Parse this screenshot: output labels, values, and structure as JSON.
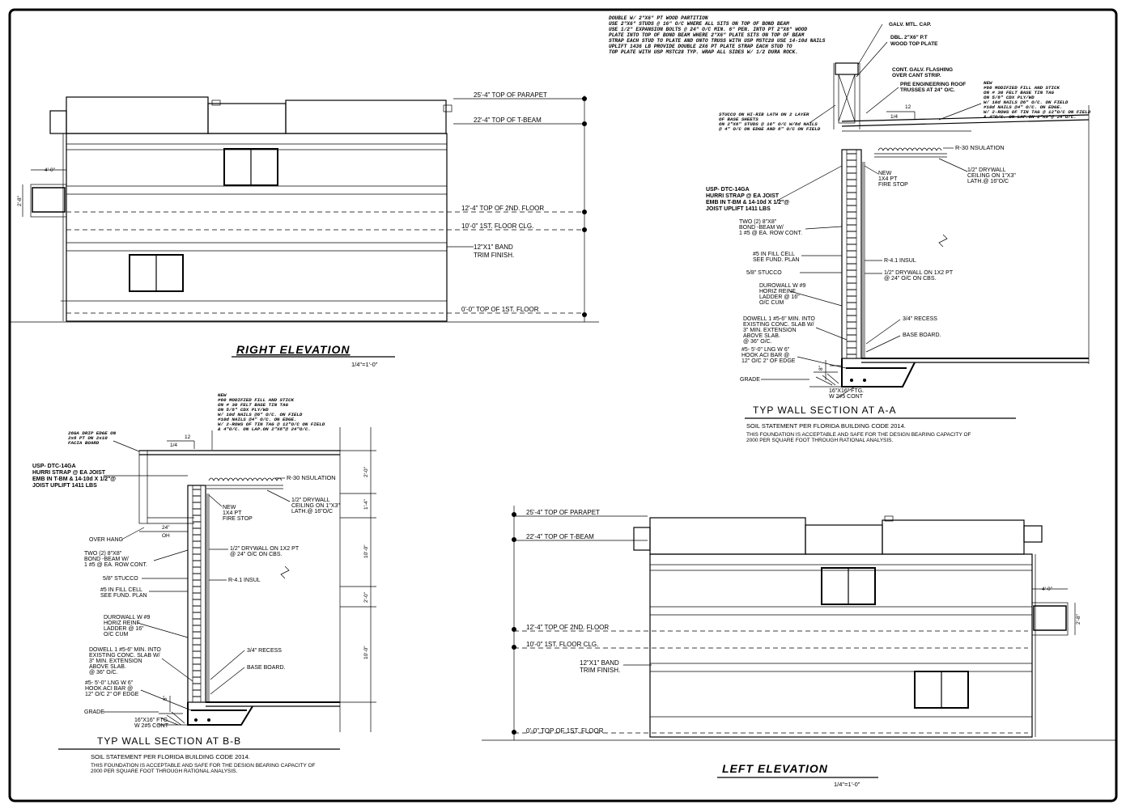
{
  "right_elevation": {
    "title": "RIGHT ELEVATION",
    "scale": "1/4\"=1'-0\"",
    "levels": {
      "parapet": "25'-4\"  TOP OF PARAPET",
      "tbeam": "22'-4\"  TOP OF T-BEAM",
      "second_floor": "12'-4\"  TOP OF 2ND. FLOOR",
      "first_clg": "10'-0\"  1ST. FLOOR CLG.",
      "band_1": "12\"X1\" BAND",
      "band_2": "TRIM FINISH.",
      "first_floor": "0'-0\"  TOP OF 1ST. FLOOR"
    },
    "dims": {
      "overhang_w": "4'-0\"",
      "overhang_h": "2'-8\""
    }
  },
  "left_elevation": {
    "title": "LEFT ELEVATION",
    "scale": "1/4\"=1'-0\"",
    "levels": {
      "parapet": "25'-4\"  TOP OF PARAPET",
      "tbeam": "22'-4\"  TOP OF T-BEAM",
      "second_floor": "12'-4\"  TOP OF 2ND. FLOOR",
      "first_clg": "10'-0\"  1ST. FLOOR CLG.",
      "band_1": "12\"X1\" BAND",
      "band_2": "TRIM FINISH.",
      "first_floor": "0'-0\"  TOP OF 1ST. FLOOR"
    },
    "dims": {
      "overhang_w": "4'-0\"",
      "overhang_h": "2'-8\""
    }
  },
  "section_aa": {
    "title": "TYP WALL SECTION   AT A-A",
    "top_notes": [
      "DOUBLE W/ 2\"X6\" PT WOOD PARTITION",
      "USE 2\"X6\" STUDS @ 16\" O/C WHERE ALL SITS ON TOP OF BOND BEAM",
      "USE 1/2\" EXPANSION BOLTS @ 24\" O/C MIN. 6\" PEN. INTO PT 2\"X6\" WOOD",
      "PLATE INTO TOP OF BOND BEAM WHERE 2\"X6\" PLATE SITS ON TOP OF BEAM",
      "STRAP EACH STUD TO PLATE AND ONTO TRUSS WITH USP MSTC28 USE 14-10d NAILS",
      "UPLIFT 1436 LB PROVIDE DOUBLE 2X6 PT PLATE STRAP EACH STUD TO",
      "TOP PLATE WITH USP MSTC28 TYP. WRAP ALL SIDES W/ 1/2 DURA ROCK."
    ],
    "cap": [
      "GALV. MTL. CAP.",
      "DBL. 2\"X6\" P.T",
      "WOOD TOP PLATE"
    ],
    "flashing": [
      "CONT. GALV. FLASHING",
      "OVER CANT STRIP."
    ],
    "trusses": [
      "PRE ENGINEERING ROOF",
      "TRUSSES AT 24\" O/C."
    ],
    "roofing": [
      "NEW",
      "#60 MODIFIED FILL AND STICK",
      "ON # 30 FELT BASE TIN TAG",
      "ON 5/8\" CDX PLY/WD",
      "W/ 10d NAILS @6\" O/C. ON FIELD",
      "#10d NAILS @4\" O/C. ON EDGE.",
      "W/ 2-ROWS OF TIN TAG @ 12\"O/C ON FIELD",
      "& 4\"O/C. ON LAP.ON 2\"X8\"@ 24\"O/C."
    ],
    "slope_run": "12",
    "slope_rise": "1/4",
    "stucco_note": [
      "STUCCO ON HI-RIB LATH ON 2 LAYER",
      "OF BASE SHEETS",
      "ON 2\"X6\" STUDS @ 16\" O/C W/8d NAILS",
      "@ 4\" O/C ON EDGE AND 8\" O/C ON FIELD"
    ],
    "insulation": "R-30 NSULATION",
    "usp": [
      "USP- DTC-14GA",
      "HURRI STRAP @ EA JOIST",
      "EMB IN T-BM & 14-10d X 1/2\"@",
      "JOIST UPLIFT 1411 LBS"
    ],
    "firestop": [
      "NEW",
      "1X4 PT",
      "FIRE STOP"
    ],
    "drywall_ceiling": [
      "1/2\" DRYWALL",
      "CEILING ON 1\"X3\"",
      "LATH.@ 16\"O/C"
    ],
    "bond_beam": [
      "TWO (2) 8\"X8\"",
      "BOND -BEAM W/",
      "1 #5 @ EA. ROW CONT."
    ],
    "fill_cell": [
      "#5 IN FILL CELL",
      "SEE FUND. PLAN"
    ],
    "insul": "R-4.1 INSUL",
    "stucco": "5/8\" STUCCO",
    "drywall": [
      "1/2\" DRYWALL ON 1X2 PT",
      "@ 24\" O/C ON CBS."
    ],
    "durowall": [
      "DUROWALL W #9",
      "HORIZ REINF",
      "LADDER @ 16\"",
      "O/C CUM"
    ],
    "dowell": [
      "DOWELL 1 #5-6\" MIN. INTO",
      "EXISTING CONC. SLAB W/",
      "3\" MIN. EXTENSION",
      "ABOVE SLAB.",
      "@ 36\" O/C."
    ],
    "recess": "3/4\" RECESS",
    "baseboard": "BASE BOARD.",
    "hook": [
      "#5- 5'-0\" LNG W 6\"",
      "HOOK ACI BAR @",
      "12\" O/C 2\" OF EDGE"
    ],
    "grade": "GRADE",
    "footing": [
      "16\"X16\" FTG.",
      "W 2#5 CONT"
    ],
    "footing_dim": "8\"",
    "soil_title": "SOIL STATEMENT PER  FLORIDA BUILDING CODE 2014.",
    "soil_1": "THIS FOUNDATION IS ACCEPTABLE AND SAFE FOR THE DESIGN BEARING CAPACITY OF",
    "soil_2": "2000 PER SQUARE FOOT THROUGH RATIONAL ANALYSIS."
  },
  "section_bb": {
    "title": "TYP WALL SECTION   AT B-B",
    "drip": [
      "26GA DRIP EDGE ON",
      "2x8 PT ON 2x10",
      "FACIA BOARD"
    ],
    "roofing": [
      "NEW",
      "#60 MODIFIED FILL AND STICK",
      "ON # 30 FELT BASE TIN TAG",
      "ON 5/8\" CDX PLY/WD",
      "W/ 10d NAILS @6\" O/C. ON FIELD",
      "#10d NAILS @4\" O/C. ON EDGE.",
      "W/ 2-ROWS OF TIN TAG @ 12\"O/C ON FIELD",
      "& 4\"O/C. ON LAP.ON 2\"X8\"@ 24\"O/C."
    ],
    "slope_run": "12",
    "slope_rise": "1/4",
    "usp": [
      "USP- DTC-14GA",
      "HURRI STRAP @ EA JOIST",
      "EMB IN T-BM & 14-10d X 1/2\"@",
      "JOIST UPLIFT 1411 LBS"
    ],
    "insulation": "R-30 NSULATION",
    "firestop": [
      "NEW",
      "1X4 PT",
      "FIRE STOP"
    ],
    "drywall_ceiling": [
      "1/2\" DRYWALL",
      "CEILING ON 1\"X3\"",
      "LATH.@ 16\"O/C"
    ],
    "overhang_dim": [
      "24\"",
      "OH"
    ],
    "overhang": "OVER HANG",
    "bond_beam": [
      "TWO (2) 8\"X8\"",
      "BOND -BEAM W/",
      "1 #5 @ EA. ROW CONT."
    ],
    "drywall": [
      "1/2\" DRYWALL ON 1X2 PT",
      "@ 24\" O/C ON CBS."
    ],
    "stucco": "5/8\" STUCCO",
    "insul": "R-4.1 INSUL",
    "fill_cell": [
      "#5 IN FILL CELL",
      "SEE FUND. PLAN"
    ],
    "durowall": [
      "DUROWALL W #9",
      "HORIZ REINF",
      "LADDER @ 16\"",
      "O/C CUM"
    ],
    "dowell": [
      "DOWELL 1 #5-6\" MIN. INTO",
      "EXISTING CONC. SLAB W/",
      "3\" MIN. EXTENSION",
      "ABOVE SLAB.",
      "@ 36\" O/C."
    ],
    "recess": "3/4\" RECESS",
    "baseboard": "BASE BOARD.",
    "hook": [
      "#5- 5'-0\" LNG W 6\"",
      "HOOK ACI BAR @",
      "12\" O/C 2\" OF EDGE"
    ],
    "grade": "GRADE",
    "footing": [
      "16\"X16\" FTG.",
      "W 2#5 CONT"
    ],
    "footing_dim": "8\"",
    "vdims": [
      "2'-0\"",
      "1'-4\"",
      "10'-0\"",
      "2'-0\"",
      "10'-0\""
    ],
    "soil_title": "SOIL STATEMENT PER  FLORIDA BUILDING CODE 2014.",
    "soil_1": "THIS FOUNDATION IS ACCEPTABLE AND SAFE FOR THE DESIGN BEARING CAPACITY OF",
    "soil_2": "2000 PER SQUARE FOOT THROUGH RATIONAL ANALYSIS."
  }
}
